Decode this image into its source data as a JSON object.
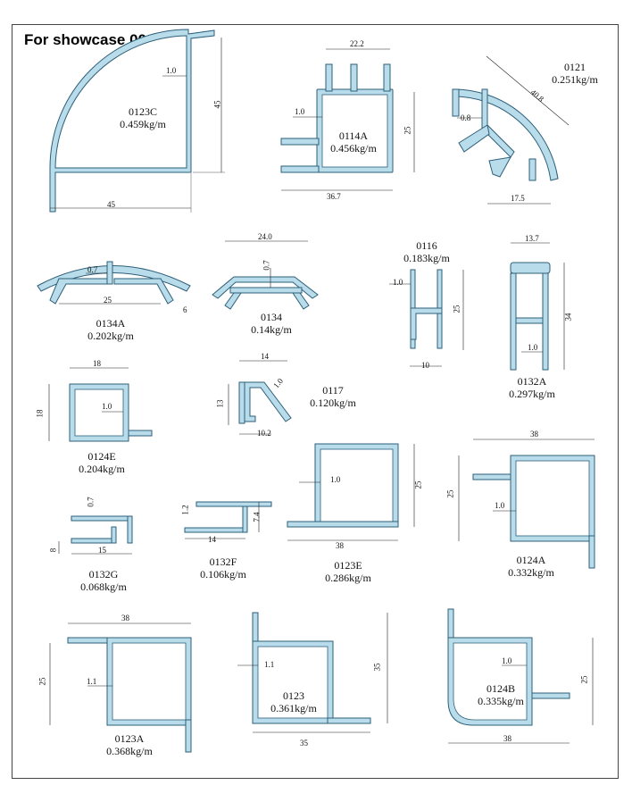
{
  "title": "For showcase 004",
  "colors": {
    "profile_fill": "#b8dcea",
    "profile_stroke": "#2e5f7a",
    "dimension_line": "#222222"
  },
  "profiles": [
    {
      "key": "p0123C",
      "code": "0123C",
      "weight": "0.459kg/m",
      "dims": [
        "45",
        "45",
        "1.0"
      ]
    },
    {
      "key": "p0114A",
      "code": "0114A",
      "weight": "0.456kg/m",
      "dims": [
        "22.2",
        "25",
        "1.0",
        "36.7"
      ]
    },
    {
      "key": "p0121",
      "code": "0121",
      "weight": "0.251kg/m",
      "dims": [
        "40.8",
        "0.8",
        "17.5"
      ]
    },
    {
      "key": "p0134A",
      "code": "0134A",
      "weight": "0.202kg/m",
      "dims": [
        "0.7",
        "25",
        "6"
      ]
    },
    {
      "key": "p0134",
      "code": "0134",
      "weight": "0.14kg/m",
      "dims": [
        "24.0",
        "0.7"
      ]
    },
    {
      "key": "p0116",
      "code": "0116",
      "weight": "0.183kg/m",
      "dims": [
        "1.0",
        "25",
        "10"
      ]
    },
    {
      "key": "p0132A",
      "code": "0132A",
      "weight": "0.297kg/m",
      "dims": [
        "13.7",
        "34",
        "1.0"
      ]
    },
    {
      "key": "p0124E",
      "code": "0124E",
      "weight": "0.204kg/m",
      "dims": [
        "18",
        "18",
        "1.0"
      ]
    },
    {
      "key": "p0117",
      "code": "0117",
      "weight": "0.120kg/m",
      "dims": [
        "14",
        "1.0",
        "13",
        "10.2"
      ]
    },
    {
      "key": "p0132G",
      "code": "0132G",
      "weight": "0.068kg/m",
      "dims": [
        "0.7",
        "15",
        "8"
      ]
    },
    {
      "key": "p0132F",
      "code": "0132F",
      "weight": "0.106kg/m",
      "dims": [
        "1.2",
        "7.4",
        "14"
      ]
    },
    {
      "key": "p0123E",
      "code": "0123E",
      "weight": "0.286kg/m",
      "dims": [
        "1.0",
        "25",
        "38"
      ]
    },
    {
      "key": "p0124A",
      "code": "0124A",
      "weight": "0.332kg/m",
      "dims": [
        "38",
        "25",
        "1.0"
      ]
    },
    {
      "key": "p0123A",
      "code": "0123A",
      "weight": "0.368kg/m",
      "dims": [
        "38",
        "25",
        "1.1"
      ]
    },
    {
      "key": "p0123",
      "code": "0123",
      "weight": "0.361kg/m",
      "dims": [
        "1.1",
        "35",
        "35"
      ]
    },
    {
      "key": "p0124B",
      "code": "0124B",
      "weight": "0.335kg/m",
      "dims": [
        "1.0",
        "25",
        "38"
      ]
    }
  ]
}
